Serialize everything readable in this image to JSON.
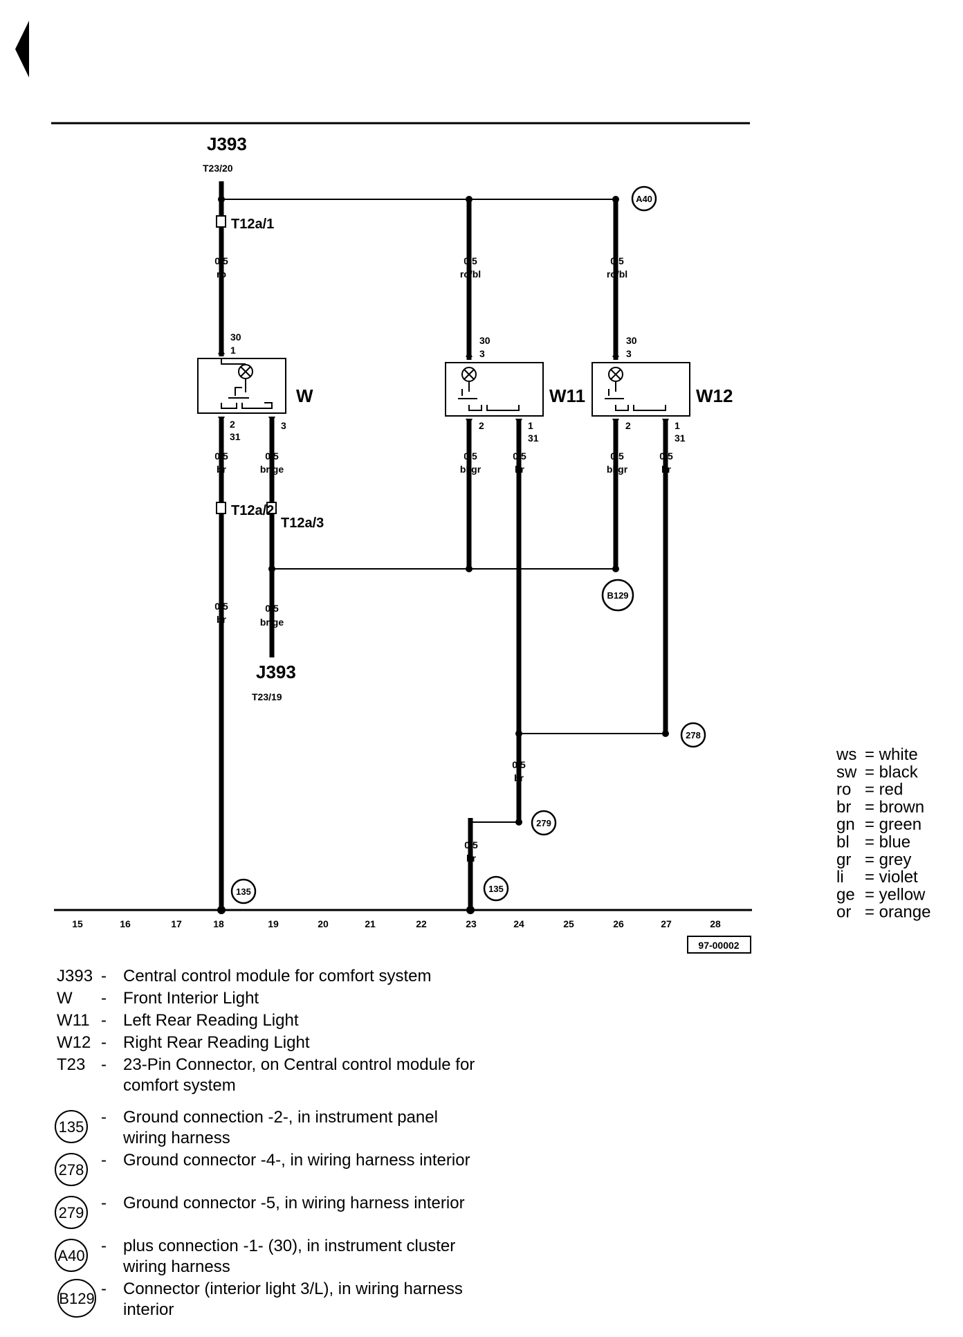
{
  "diagram_id": "97-00002",
  "components": {
    "W": "W",
    "W11": "W11",
    "W12": "W12"
  },
  "modules": {
    "top_name": "J393",
    "top_pin": "T23/20",
    "bottom_name": "J393",
    "bottom_pin": "T23/19"
  },
  "connectors": {
    "t12a_1": "T12a/1",
    "t12a_2": "T12a/2",
    "t12a_3": "T12a/3"
  },
  "wires": {
    "w_top": [
      "0,5",
      "ro"
    ],
    "w11_top": [
      "0,5",
      "ro/bl"
    ],
    "w12_top": [
      "0,5",
      "ro/bl"
    ],
    "w_br": [
      "0,5",
      "br"
    ],
    "w_brge": [
      "0,5",
      "br/ge"
    ],
    "w11_blgr": [
      "0,5",
      "bl/gr"
    ],
    "w11_br": [
      "0,5",
      "br"
    ],
    "w12_blgr": [
      "0,5",
      "bl/gr"
    ],
    "w12_br": [
      "0,5",
      "br"
    ],
    "w_br_low": [
      "0,5",
      "br"
    ],
    "w_brge_low": [
      "0,5",
      "br/ge"
    ],
    "w_br_279": [
      "0,5",
      "br"
    ],
    "w_br_23": [
      "0,5",
      "br"
    ]
  },
  "pins": {
    "w_in": [
      "30",
      "1"
    ],
    "w11_in": [
      "30",
      "3"
    ],
    "w12_in": [
      "30",
      "3"
    ],
    "w_out1": [
      "2",
      "31"
    ],
    "w_out2": "3",
    "w11_out1": "2",
    "w11_out2": [
      "1",
      "31"
    ],
    "w12_out1": "2",
    "w12_out2": [
      "1",
      "31"
    ]
  },
  "grounds": {
    "g_a40": "A40",
    "g_b129": "B129",
    "g_278": "278",
    "g_279": "279",
    "g_135a": "135",
    "g_135b": "135"
  },
  "scale": [
    "15",
    "16",
    "17",
    "18",
    "19",
    "20",
    "21",
    "22",
    "23",
    "24",
    "25",
    "26",
    "27",
    "28"
  ],
  "color_legend": [
    {
      "code": "ws",
      "name": "white"
    },
    {
      "code": "sw",
      "name": "black"
    },
    {
      "code": "ro",
      "name": "red"
    },
    {
      "code": "br",
      "name": "brown"
    },
    {
      "code": "gn",
      "name": "green"
    },
    {
      "code": "bl",
      "name": "blue"
    },
    {
      "code": "gr",
      "name": "grey"
    },
    {
      "code": "li",
      "name": "violet"
    },
    {
      "code": "ge",
      "name": "yellow"
    },
    {
      "code": "or",
      "name": "orange"
    }
  ],
  "descriptions": [
    {
      "code": "J393",
      "lines": [
        "Central control module for comfort system"
      ]
    },
    {
      "code": "W",
      "lines": [
        "Front Interior Light"
      ]
    },
    {
      "code": "W11",
      "lines": [
        "Left Rear Reading Light"
      ]
    },
    {
      "code": "W12",
      "lines": [
        "Right Rear Reading Light"
      ]
    },
    {
      "code": "T23",
      "lines": [
        "23-Pin Connector, on Central control module for",
        "comfort system"
      ]
    }
  ],
  "ground_descriptions": [
    {
      "code": "135",
      "lines": [
        "Ground connection -2-, in instrument panel",
        "wiring harness"
      ]
    },
    {
      "code": "278",
      "lines": [
        "Ground connector -4-, in wiring harness interior"
      ]
    },
    {
      "code": "279",
      "lines": [
        "Ground connector -5, in wiring harness interior"
      ]
    },
    {
      "code": "A40",
      "lines": [
        "plus connection -1- (30), in instrument cluster",
        "wiring harness"
      ]
    },
    {
      "code": "B129",
      "lines": [
        "Connector (interior light 3/L), in wiring harness",
        "interior"
      ]
    }
  ]
}
